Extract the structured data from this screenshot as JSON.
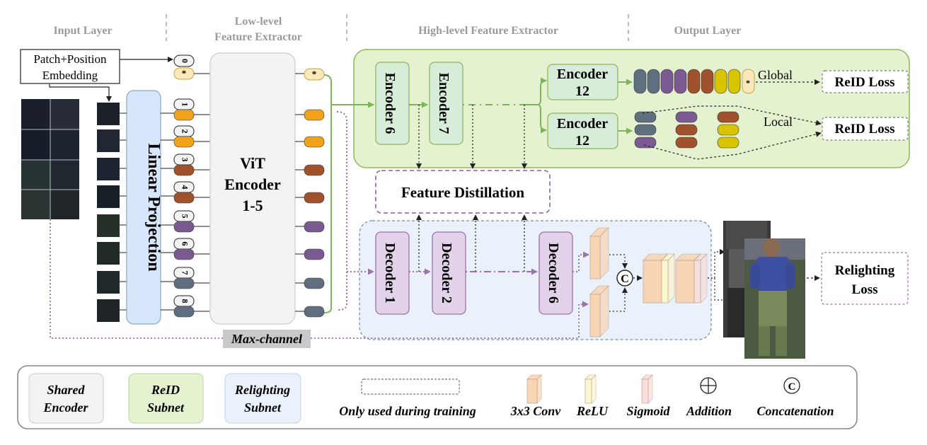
{
  "headers": {
    "input": "Input Layer",
    "low_line1": "Low-level",
    "low_line2": "Feature Extractor",
    "high": "High-level  Feature Extractor",
    "output": "Output Layer"
  },
  "embedding": {
    "line1": "Patch+Position",
    "line2": "Embedding"
  },
  "linear_projection": "Linear Projection",
  "vit": {
    "line1": "ViT",
    "line2": "Encoder",
    "line3": "1-5"
  },
  "max_channel": "Max-channel",
  "token_labels": [
    "0",
    "*",
    "1",
    "2",
    "3",
    "4",
    "5",
    "6",
    "7",
    "8"
  ],
  "encoders": {
    "e6": "Encoder 6",
    "e7": "Encoder 7",
    "e12a_line1": "Encoder",
    "e12a_line2": "12",
    "e12b_line1": "Encoder",
    "e12b_line2": "12"
  },
  "global_label": "Global",
  "local_label": "Local",
  "class_token_glyph": "*",
  "reid_loss": "ReID Loss",
  "feature_distillation": "Feature Distillation",
  "decoders": {
    "d1": "Decoder 1",
    "d2": "Decoder 2",
    "d6": "Decoder 6"
  },
  "concat_symbol": "C",
  "relighting_loss": {
    "line1": "Relighting",
    "line2": "Loss"
  },
  "legend": {
    "shared_line1": "Shared",
    "shared_line2": "Encoder",
    "reid_line1": "ReID",
    "reid_line2": "Subnet",
    "relight_line1": "Relighting",
    "relight_line2": "Subnet",
    "training_only": "Only used during training",
    "conv": "3x3 Conv",
    "relu": "ReLU",
    "sigmoid": "Sigmoid",
    "addition": "Addition",
    "concatenation": "Concatenation"
  },
  "colors": {
    "orange_token": "#f0a21a",
    "brown_token": "#a0522d",
    "purple_token": "#7b5a91",
    "slate_token": "#5f6f80",
    "yellow_token": "#d8c400",
    "cream_token": "#fbe8b8",
    "shared_fill": "#f3f3f3",
    "reid_fill": "#e5f2cf",
    "reid_stroke": "#8db85a",
    "relight_fill": "#eaf1fb",
    "relight_stroke": "#7a8fa8",
    "encoder_fill": "#d7ecd9",
    "decoder_fill": "#e3d3ea",
    "decoder_stroke": "#9b72aa",
    "linear_fill": "#d7e6fa",
    "green_arrow": "#7fb55a",
    "purple_arrow": "#9b72aa",
    "conv_fill": "#f8d5b5",
    "relu_fill": "#fbf7cf",
    "sigmoid_fill": "#f8dede"
  }
}
